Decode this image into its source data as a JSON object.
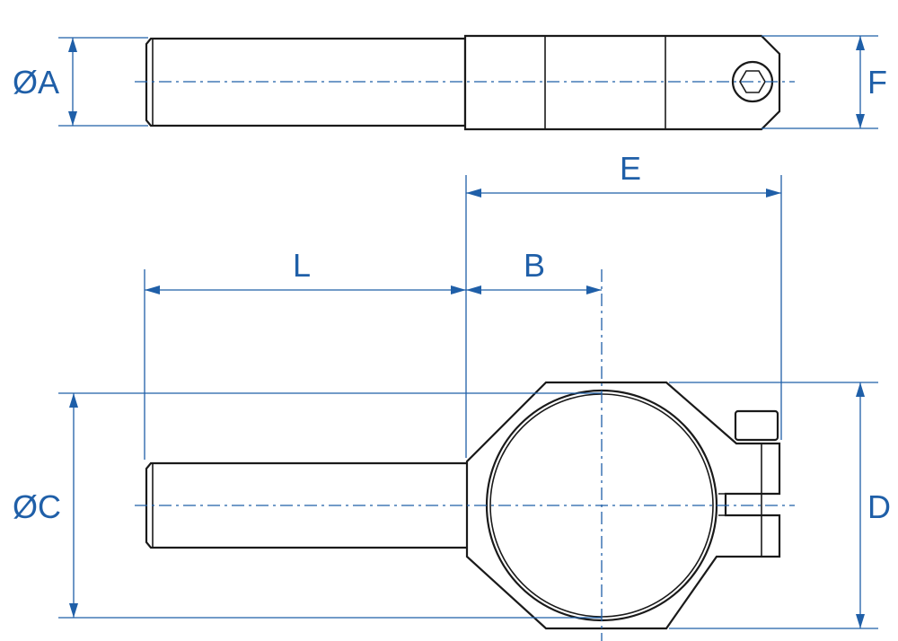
{
  "dimension_labels": {
    "dia_a": "ØA",
    "f": "F",
    "e": "E",
    "l": "L",
    "b": "B",
    "dia_c": "ØC",
    "d": "D"
  },
  "colors": {
    "dimension": "#1f5fa8",
    "outline": "#1a1a1a",
    "background": "#ffffff"
  },
  "icons": {
    "hex_socket": "hex-socket-icon"
  }
}
